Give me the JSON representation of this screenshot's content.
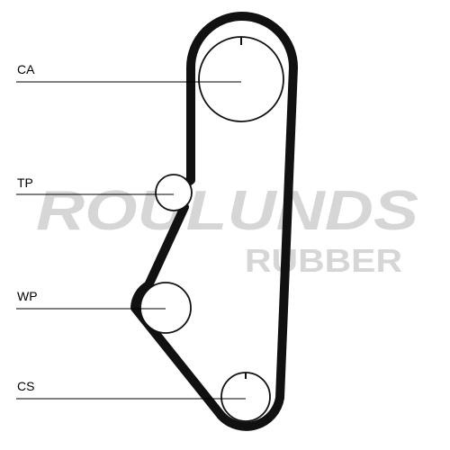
{
  "labels": {
    "ca": "CA",
    "tp": "TP",
    "wp": "WP",
    "cs": "CS"
  },
  "watermark": {
    "line1": "ROULUNDS",
    "line2": "RUBBER",
    "color": "#d0d0d0"
  },
  "colors": {
    "belt": "#111111",
    "pulley_outline": "#111111",
    "leader_line": "#000000",
    "background": "#ffffff"
  }
}
